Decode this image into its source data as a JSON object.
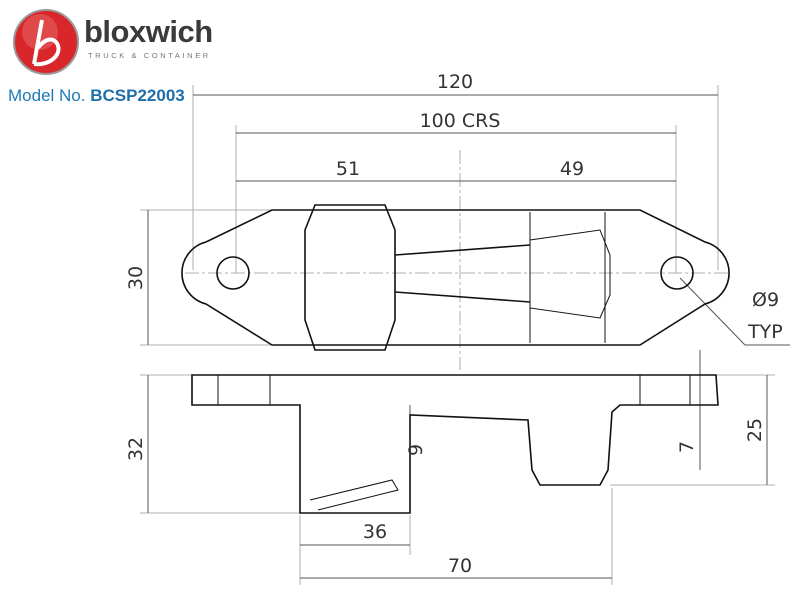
{
  "brand": {
    "name": "bloxwich",
    "tagline": "TRUCK & CONTAINER",
    "logo_letter": "b",
    "logo_color": "#d8262b"
  },
  "model": {
    "label": "Model No.",
    "number": "BCSP22003"
  },
  "dimensions": {
    "overall_length": "120",
    "centres": "100 CRS",
    "left_offset": "51",
    "right_offset": "49",
    "width": "30",
    "hole": "Ø9",
    "hole_note": "TYP",
    "height": "32",
    "right_boss_height": "25",
    "left_step": "9",
    "right_step": "7",
    "left_boss_width": "36",
    "boss_span": "70"
  }
}
